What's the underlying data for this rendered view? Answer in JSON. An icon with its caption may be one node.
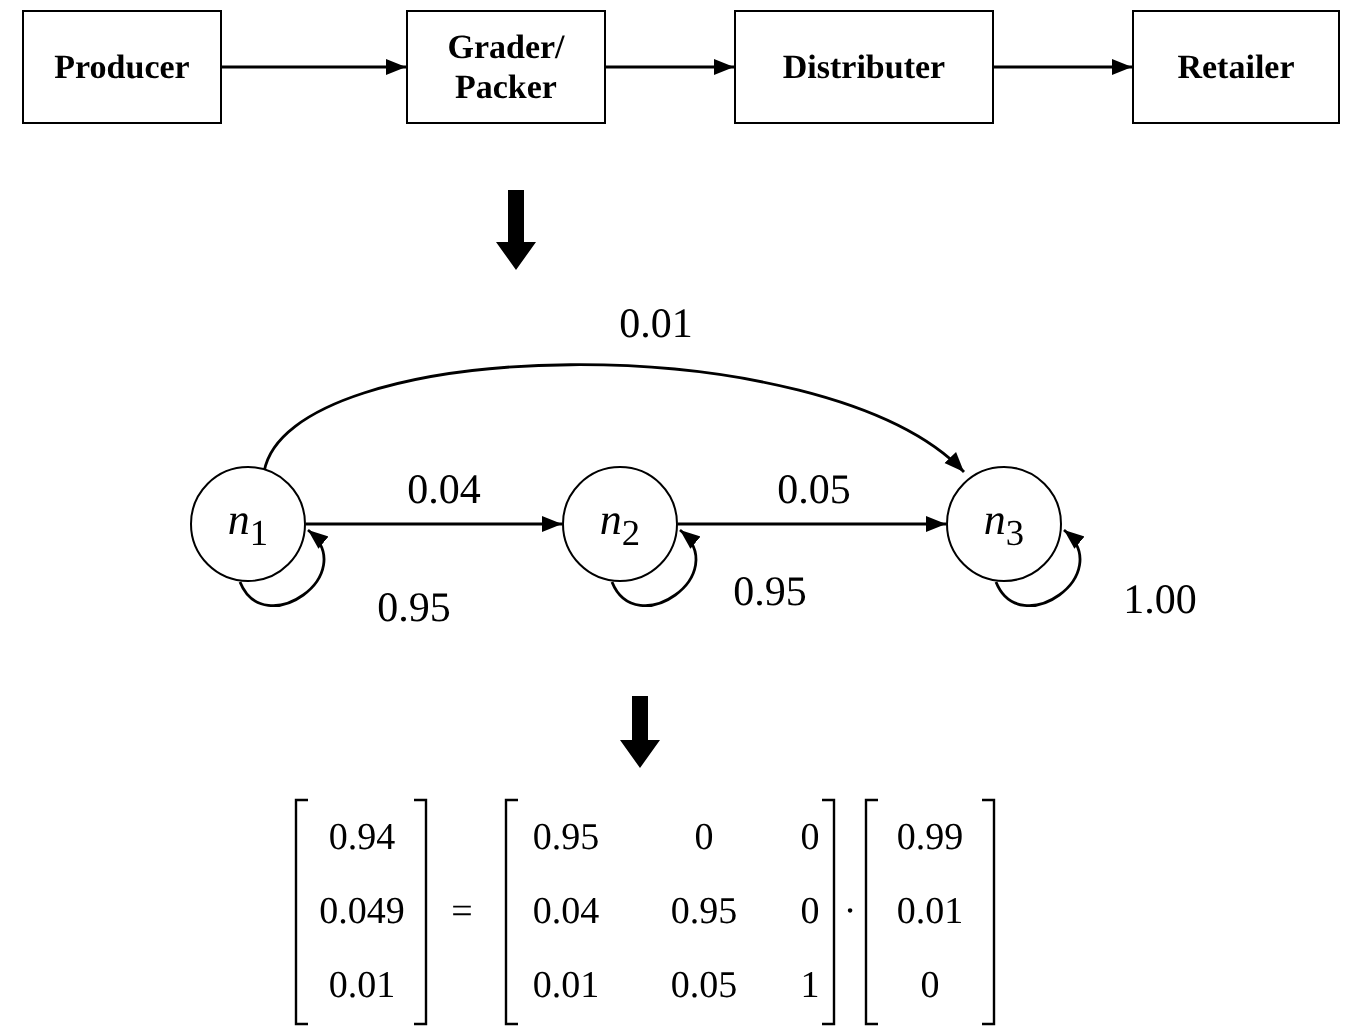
{
  "diagram": {
    "nodes": [
      {
        "text": [
          "Producer"
        ]
      },
      {
        "text": [
          "Grader/ Packer"
        ]
      },
      {
        "text": [
          "Distributer"
        ]
      },
      {
        "text": [
          "Retailer"
        ]
      },
      {
        "text": [
          "*n*$_{1}$"
        ]
      },
      {
        "text": [
          "*n*$_{2}$"
        ]
      },
      {
        "text": [
          "*n*$_{3}$"
        ]
      }
    ],
    "edges": [
      {
        "from": 0,
        "to": 1,
        "arrow": "to"
      },
      {
        "from": 1,
        "to": 2,
        "arrow": "to"
      },
      {
        "from": 2,
        "to": 3,
        "arrow": "to"
      },
      {
        "from": 4,
        "to": 6,
        "arrow": "to",
        "label": "0.01"
      },
      {
        "from": 4,
        "to": 5,
        "arrow": "to",
        "label": "0.04"
      },
      {
        "from": 5,
        "to": 6,
        "arrow": "to",
        "label": "0.05"
      },
      {
        "from": 4,
        "to": 4,
        "arrow": "to",
        "label": "0.95"
      },
      {
        "from": 5,
        "to": 5,
        "arrow": "to",
        "label": "0.95"
      },
      {
        "from": 6,
        "to": 6,
        "arrow": "to",
        "label": "1.00"
      }
    ],
    "labels": [
      "0.94",
      "0.049",
      "0.01",
      "=",
      "0.95",
      "0",
      "0",
      "0.04",
      "0.95",
      "0",
      "0.01",
      "0.05",
      "1",
      "·",
      "0.99",
      "0.01",
      "0"
    ]
  }
}
